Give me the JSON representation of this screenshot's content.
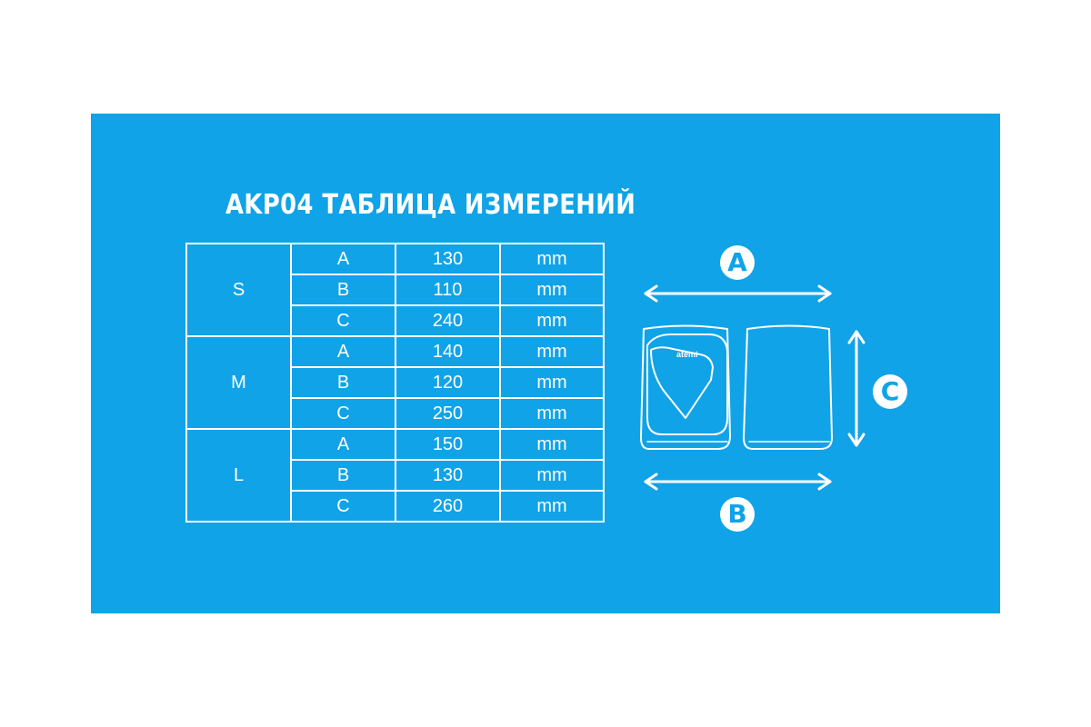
{
  "title": "AKP04 ТАБЛИЦА ИЗМЕРЕНИЙ",
  "colors": {
    "background": "#10a3e8",
    "foreground": "#ffffff"
  },
  "table": {
    "groups": [
      {
        "size": "S",
        "rows": [
          {
            "param": "A",
            "value": "130",
            "unit": "mm"
          },
          {
            "param": "B",
            "value": "110",
            "unit": "mm"
          },
          {
            "param": "C",
            "value": "240",
            "unit": "mm"
          }
        ]
      },
      {
        "size": "M",
        "rows": [
          {
            "param": "A",
            "value": "140",
            "unit": "mm"
          },
          {
            "param": "B",
            "value": "120",
            "unit": "mm"
          },
          {
            "param": "C",
            "value": "250",
            "unit": "mm"
          }
        ]
      },
      {
        "size": "L",
        "rows": [
          {
            "param": "A",
            "value": "150",
            "unit": "mm"
          },
          {
            "param": "B",
            "value": "130",
            "unit": "mm"
          },
          {
            "param": "C",
            "value": "260",
            "unit": "mm"
          }
        ]
      }
    ]
  },
  "diagram": {
    "label_a": "A",
    "label_b": "B",
    "label_c": "C",
    "brand_mark": "atemi",
    "icons": [
      "double-arrow-horizontal-icon",
      "double-arrow-vertical-icon",
      "knee-pad-front-icon",
      "knee-pad-back-icon"
    ]
  }
}
